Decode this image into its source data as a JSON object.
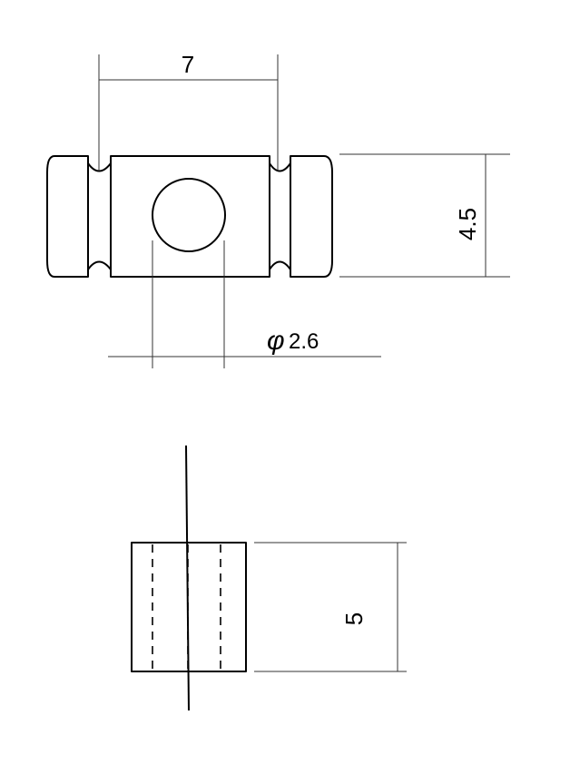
{
  "top_view": {
    "width_label": "7",
    "height_label": "4.5",
    "diameter_symbol": "φ",
    "diameter_value": "2.6"
  },
  "side_view": {
    "height_label": "5"
  }
}
